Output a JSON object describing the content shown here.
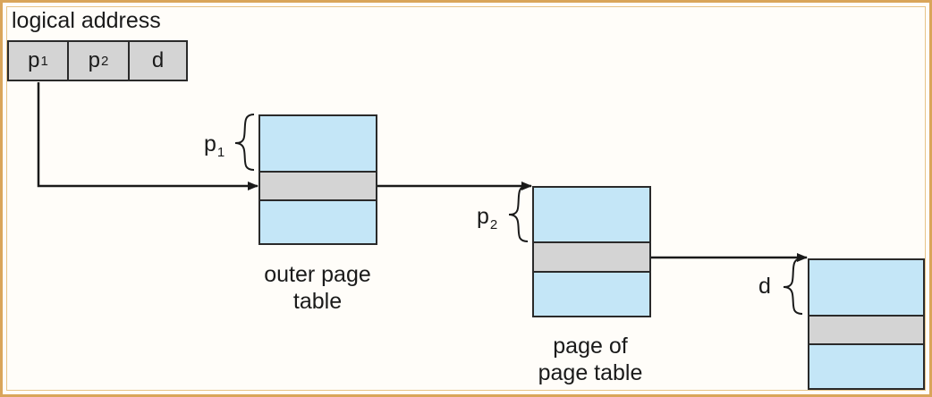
{
  "logical_address": {
    "title": "logical address",
    "fields": [
      {
        "base": "p",
        "sub": "1"
      },
      {
        "base": "p",
        "sub": "2"
      },
      {
        "base": "d",
        "sub": ""
      }
    ]
  },
  "outer_page_table": {
    "index_base": "p",
    "index_sub": "1",
    "caption_line1": "outer page",
    "caption_line2": "table"
  },
  "page_of_page_table": {
    "index_base": "p",
    "index_sub": "2",
    "caption_line1": "page of",
    "caption_line2": "page table"
  },
  "memory_page": {
    "index_base": "d"
  },
  "colors": {
    "frame": "#d9a55a",
    "table_fill": "#c4e6f7",
    "entry_fill": "#d4d4d4",
    "line": "#1a1a1a"
  }
}
